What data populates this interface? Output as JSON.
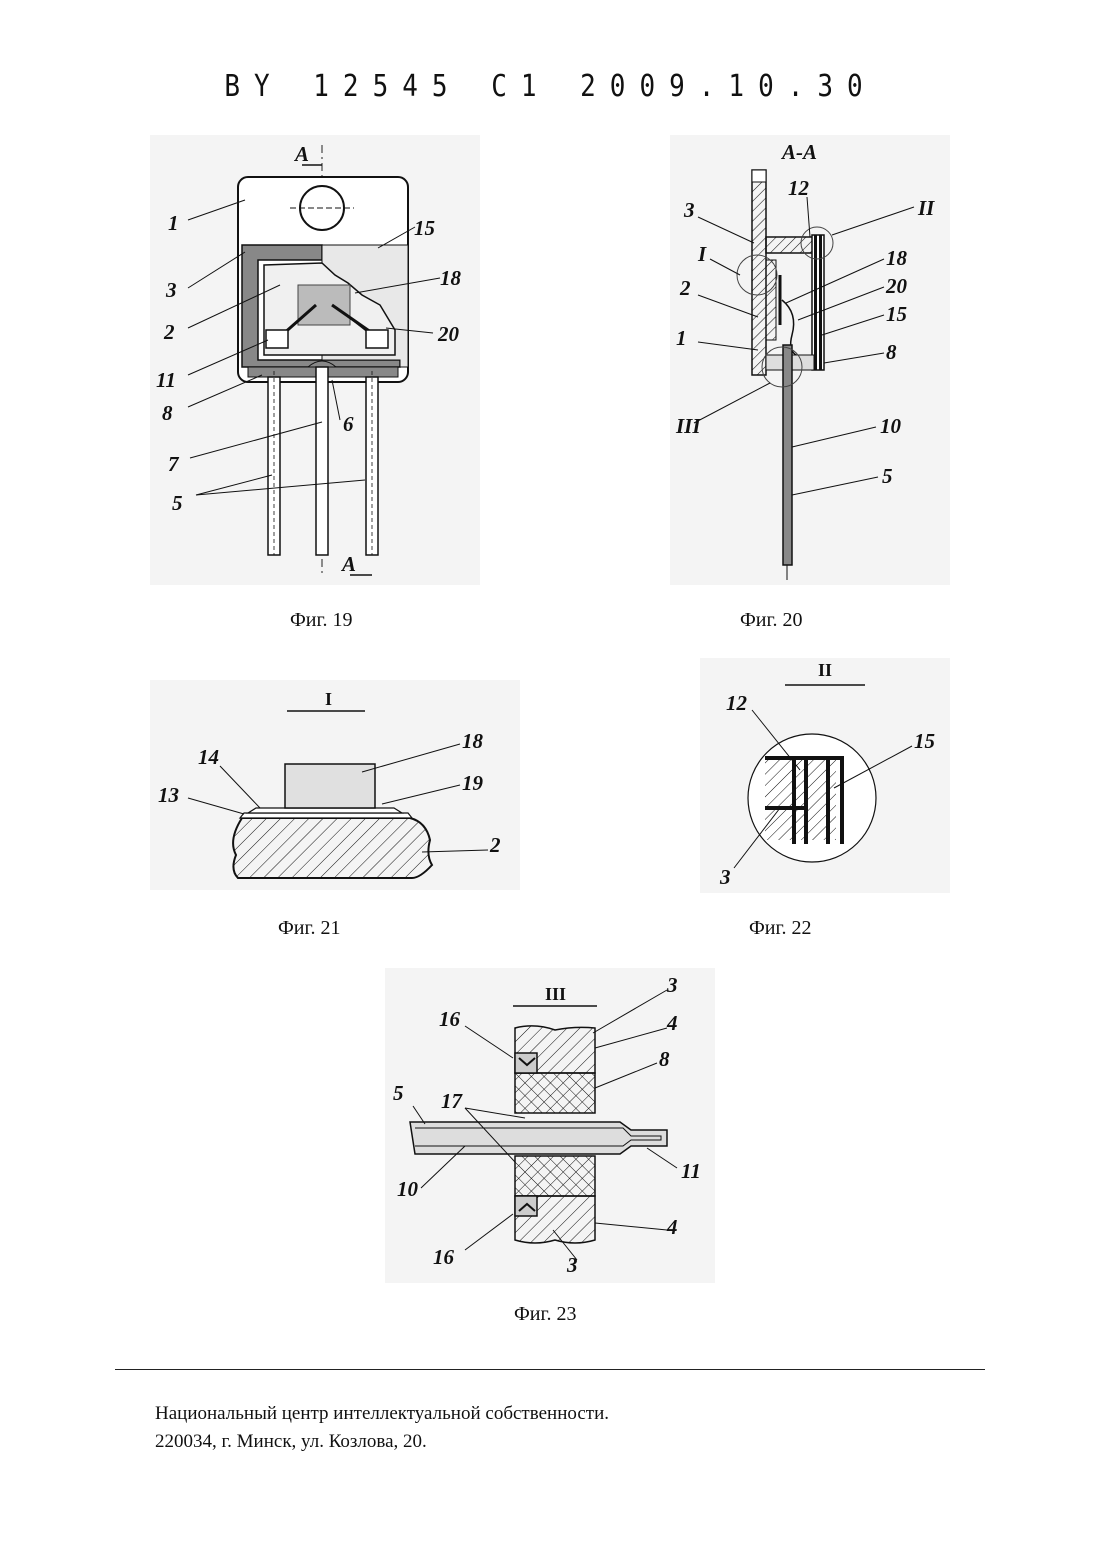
{
  "header": {
    "text": "BY 12545 C1 2009.10.30"
  },
  "figures": [
    {
      "caption": "Фиг. 19",
      "labels": [
        "1",
        "3",
        "2",
        "11",
        "8",
        "7",
        "5",
        "15",
        "18",
        "20",
        "6"
      ],
      "section_marks": [
        "A",
        "A"
      ]
    },
    {
      "caption": "Фиг. 20",
      "title": "A-A",
      "labels": [
        "3",
        "12",
        "I",
        "2",
        "1",
        "III",
        "II",
        "18",
        "20",
        "15",
        "8",
        "10",
        "5"
      ]
    },
    {
      "caption": "Фиг. 21",
      "title": "I",
      "labels": [
        "14",
        "13",
        "18",
        "19",
        "2"
      ]
    },
    {
      "caption": "Фиг. 22",
      "title": "II",
      "labels": [
        "12",
        "15",
        "3"
      ]
    },
    {
      "caption": "Фиг. 23",
      "title": "III",
      "labels": [
        "16",
        "5",
        "17",
        "10",
        "16",
        "3",
        "4",
        "8",
        "11",
        "4",
        "3"
      ]
    }
  ],
  "footer": {
    "line1": "Национальный центр интеллектуальной собственности.",
    "line2": "220034, г. Минск, ул. Козлова, 20."
  }
}
